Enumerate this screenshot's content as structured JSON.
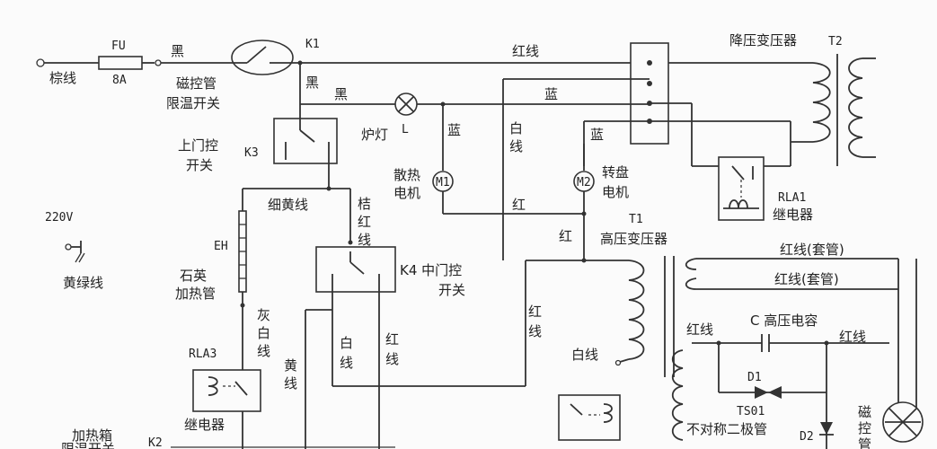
{
  "labels": {
    "brown_wire": "棕线",
    "fu": "FU",
    "fuse_rating": "8A",
    "black1": "黑",
    "k1": "K1",
    "thermal_switch_l1": "磁控管",
    "thermal_switch_l2": "限温开关",
    "black2": "黑",
    "black3": "黑",
    "red_wire_top": "红线",
    "stepdown_transformer": "降压变压器",
    "t2": "T2",
    "blue1": "蓝",
    "blue2": "蓝",
    "blue3": "蓝",
    "oven_lamp": "炉灯",
    "lamp_l": "L",
    "white_wire_v1": "白",
    "white_wire_v2": "线",
    "upper_door_l1": "上门控",
    "upper_door_l2": "开关",
    "k3": "K3",
    "fan_motor_l1": "散热",
    "fan_motor_l2": "电机",
    "m1": "M1",
    "turntable_l1": "转盘",
    "turntable_l2": "电机",
    "m2": "M2",
    "thin_yellow": "细黄线",
    "orange_red_1": "桔",
    "orange_red_2": "红",
    "orange_red_3": "线",
    "red1": "红",
    "red2": "红",
    "rla1": "RLA1",
    "relay1": "继电器",
    "v220": "220V",
    "t1": "T1",
    "hv_transformer": "高压变压器",
    "eh": "EH",
    "quartz_l1": "石英",
    "quartz_l2": "加热管",
    "k4": "K4 中门控",
    "k4_sub": "开关",
    "yellow_green": "黄绿线",
    "red_sleeve1": "红线(套管)",
    "red_sleeve2": "红线(套管)",
    "gray_white_1": "灰",
    "gray_white_2": "白",
    "gray_white_3": "线",
    "red_v_1": "红",
    "red_v_2": "线",
    "red_wire_cap": "红线",
    "c_cap": "C 高压电容",
    "red_wire_right": "红线",
    "rla3": "RLA3",
    "yellow_v_1": "黄",
    "yellow_v_2": "线",
    "white_v2_1": "白",
    "white_v2_2": "线",
    "red_v2_1": "红",
    "red_v2_2": "线",
    "white_wire_h": "白线",
    "d1": "D1",
    "ts01": "TS01",
    "asym_diode": "不对称二极管",
    "relay3": "继电器",
    "d2": "D2",
    "magnetron_1": "磁",
    "magnetron_2": "控",
    "magnetron_3": "管",
    "heater_box_1": "加热箱",
    "heater_box_2": "限温开关",
    "k2": "K2"
  }
}
